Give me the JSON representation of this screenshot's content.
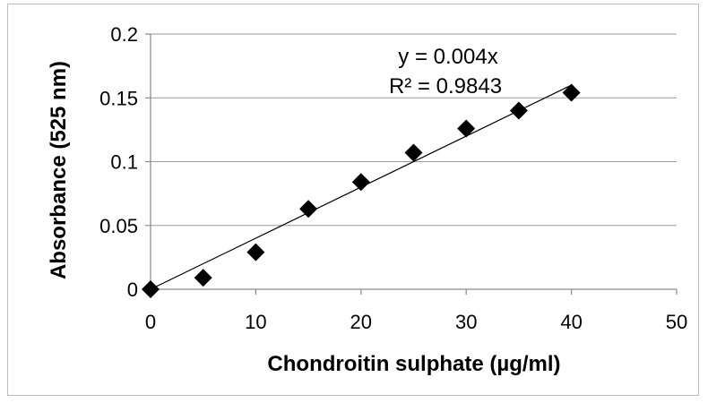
{
  "chart_data": {
    "type": "scatter",
    "xlabel": "Chondroitin sulphate (µg/ml)",
    "ylabel": "Absorbance (525 nm)",
    "xlim": [
      0,
      50
    ],
    "ylim": [
      0,
      0.2
    ],
    "x_ticks": [
      "0",
      "10",
      "20",
      "30",
      "40",
      "50"
    ],
    "y_ticks": [
      "0",
      "0.05",
      "0.1",
      "0.15",
      "0.2"
    ],
    "grid": "horizontal",
    "legend": "none",
    "marker": "diamond",
    "marker_color": "#000000",
    "series": [
      {
        "x": [
          0,
          5,
          10,
          15,
          20,
          25,
          30,
          35,
          40
        ],
        "y": [
          0,
          0.009,
          0.029,
          0.063,
          0.084,
          0.107,
          0.126,
          0.14,
          0.154
        ]
      }
    ],
    "trendline": {
      "type": "linear",
      "slope": 0.004,
      "intercept": 0,
      "x_range": [
        0,
        40
      ],
      "equation": "y = 0.004x",
      "r_squared": "R² = 0.9843"
    }
  }
}
